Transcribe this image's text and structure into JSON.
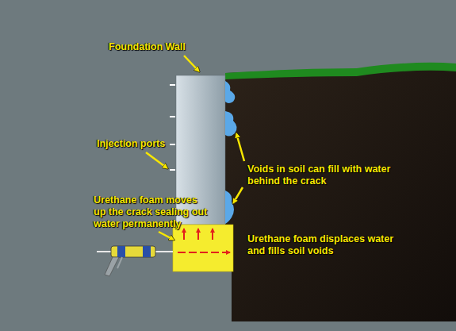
{
  "diagram": {
    "labels": [
      "Foundation Wall",
      "Injection ports",
      "Urethane foam moves up the crack sealing out water permanently",
      "Voids in soil can fill with water behind the crack",
      "Urethane foam displaces water and fills soil voids"
    ]
  }
}
